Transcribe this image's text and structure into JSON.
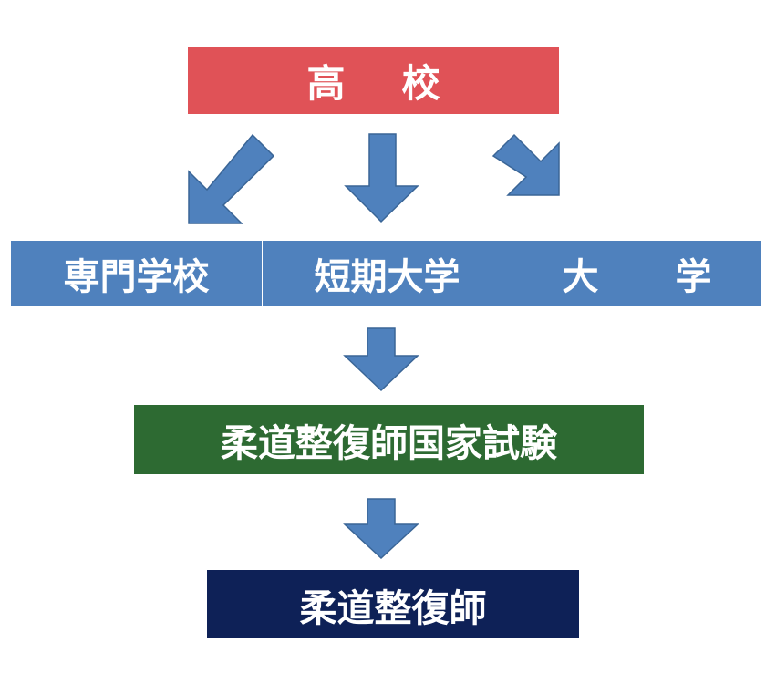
{
  "colors": {
    "high_school": "#e05257",
    "tier2": "#4f81bd",
    "exam": "#2d6a32",
    "result": "#0e2157",
    "arrow_fill": "#4f81bd",
    "arrow_stroke": "#3a6596",
    "text": "#ffffff"
  },
  "flow": {
    "start": {
      "label_left": "高",
      "label_right": "校"
    },
    "paths": [
      {
        "label": "専門学校"
      },
      {
        "label": "短期大学"
      },
      {
        "label_left": "大",
        "label_right": "学"
      }
    ],
    "exam": {
      "label": "柔道整復師国家試験"
    },
    "result": {
      "label": "柔道整復師"
    }
  }
}
